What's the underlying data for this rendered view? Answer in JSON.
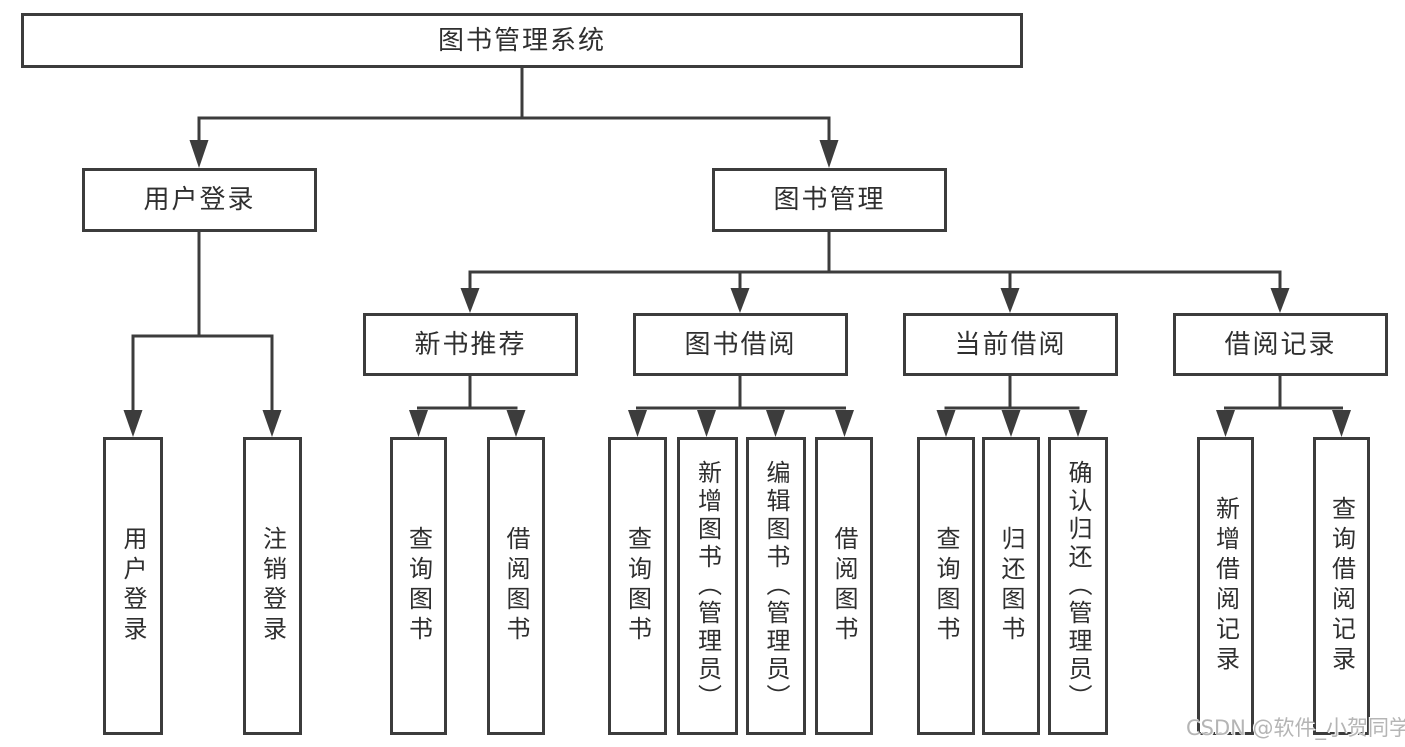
{
  "root": {
    "label": "图书管理系统"
  },
  "level2": [
    {
      "label": "用户登录"
    },
    {
      "label": "图书管理"
    }
  ],
  "level3": [
    {
      "label": "新书推荐"
    },
    {
      "label": "图书借阅"
    },
    {
      "label": "当前借阅"
    },
    {
      "label": "借阅记录"
    }
  ],
  "leaves": {
    "login": [
      "用户登录",
      "注销登录"
    ],
    "recommend": [
      "查询图书",
      "借阅图书"
    ],
    "borrow": [
      "查询图书",
      "新增图书（管理员）",
      "编辑图书（管理员）",
      "借阅图书"
    ],
    "current": [
      "查询图书",
      "归还图书",
      "确认归还（管理员）"
    ],
    "records": [
      "新增借阅记录",
      "查询借阅记录"
    ]
  },
  "watermark": "CSDN @软件_小贺同学",
  "colors": {
    "line": "#3c3c3c",
    "text": "#2f2f2f",
    "watermark": "#b5b5b5"
  }
}
